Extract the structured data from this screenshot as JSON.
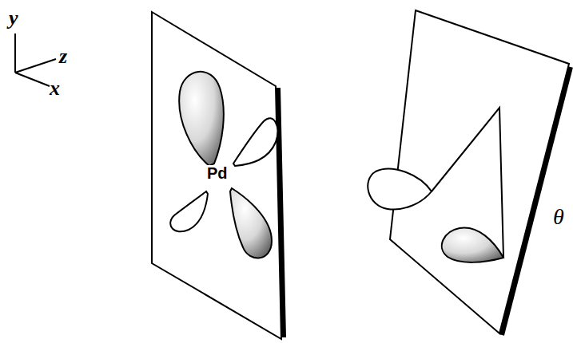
{
  "diagram": {
    "labels": [
      "y",
      "z",
      "x",
      "Pd",
      "θ"
    ]
  }
}
